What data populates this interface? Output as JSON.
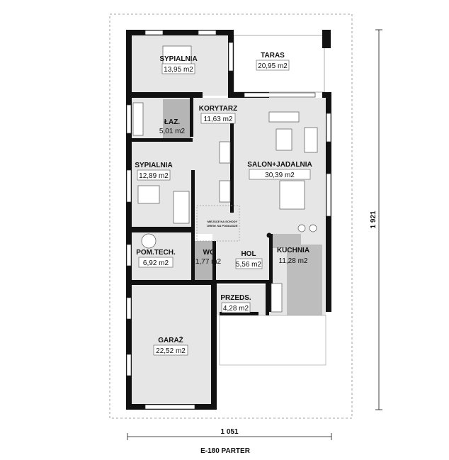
{
  "plan": {
    "title": "E-180 PARTER",
    "width_dimension": "1 051",
    "height_dimension": "1 921",
    "stairs_note": [
      "MIEJSCE NA SCHODY",
      "DREW. NA PODDASZE"
    ],
    "colors": {
      "wall": "#111111",
      "floor": "#e6e6e6",
      "wet_room": "#b5b5b5",
      "kitchen": "#bdbdbd"
    },
    "rooms": [
      {
        "name": "SYPIALNIA",
        "area": "13,95 m2"
      },
      {
        "name": "TARAS",
        "area": "20,95 m2"
      },
      {
        "name": "KORYTARZ",
        "area": "11,63 m2"
      },
      {
        "name": "ŁAZ.",
        "area": "5,01 m2"
      },
      {
        "name": "SYPIALNIA",
        "area": "12,89 m2"
      },
      {
        "name": "SALON+JADALNIA",
        "area": "30,39 m2"
      },
      {
        "name": "POM.TECH.",
        "area": "6,92 m2"
      },
      {
        "name": "WC",
        "area": "1,77 m2"
      },
      {
        "name": "HOL",
        "area": "5,56 m2"
      },
      {
        "name": "KUCHNIA",
        "area": "11,28 m2"
      },
      {
        "name": "PRZEDS.",
        "area": "4,28 m2"
      },
      {
        "name": "GARAŻ",
        "area": "22,52 m2"
      }
    ]
  }
}
